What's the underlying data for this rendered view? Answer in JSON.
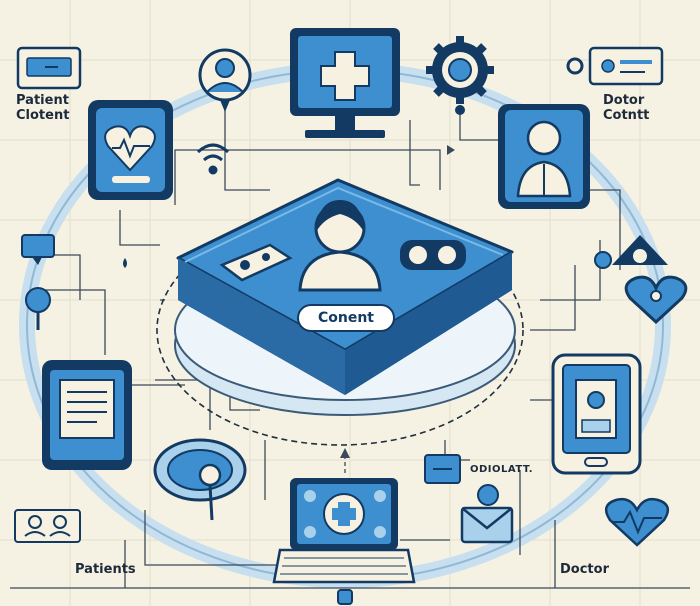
{
  "labels": {
    "patient_content": "Patient\nClotent",
    "doctor_content": "Dotor\nCotntt",
    "center_button": "Conent",
    "device_label": "ODIOLATT.",
    "patients": "Patients",
    "doctor": "Doctor"
  },
  "colors": {
    "background": "#f6f2e3",
    "primary_blue": "#3d8fd0",
    "dark_navy": "#123a63",
    "light_blue": "#a9d1ec",
    "ring_blue": "#c7dfee"
  },
  "icons": [
    "id-card-icon",
    "user-avatar-icon",
    "monitor-medical-cross-icon",
    "gear-icon",
    "heart-rate-tablet-icon",
    "doctor-portrait-icon",
    "wifi-icon",
    "chat-bubble-icon",
    "tablet-document-icon",
    "location-pin-icon",
    "heart-icon",
    "phone-doctor-record-icon",
    "stethoscope-icon",
    "laptop-medical-icon",
    "mail-icon",
    "heartbeat-icon",
    "patients-icon"
  ]
}
